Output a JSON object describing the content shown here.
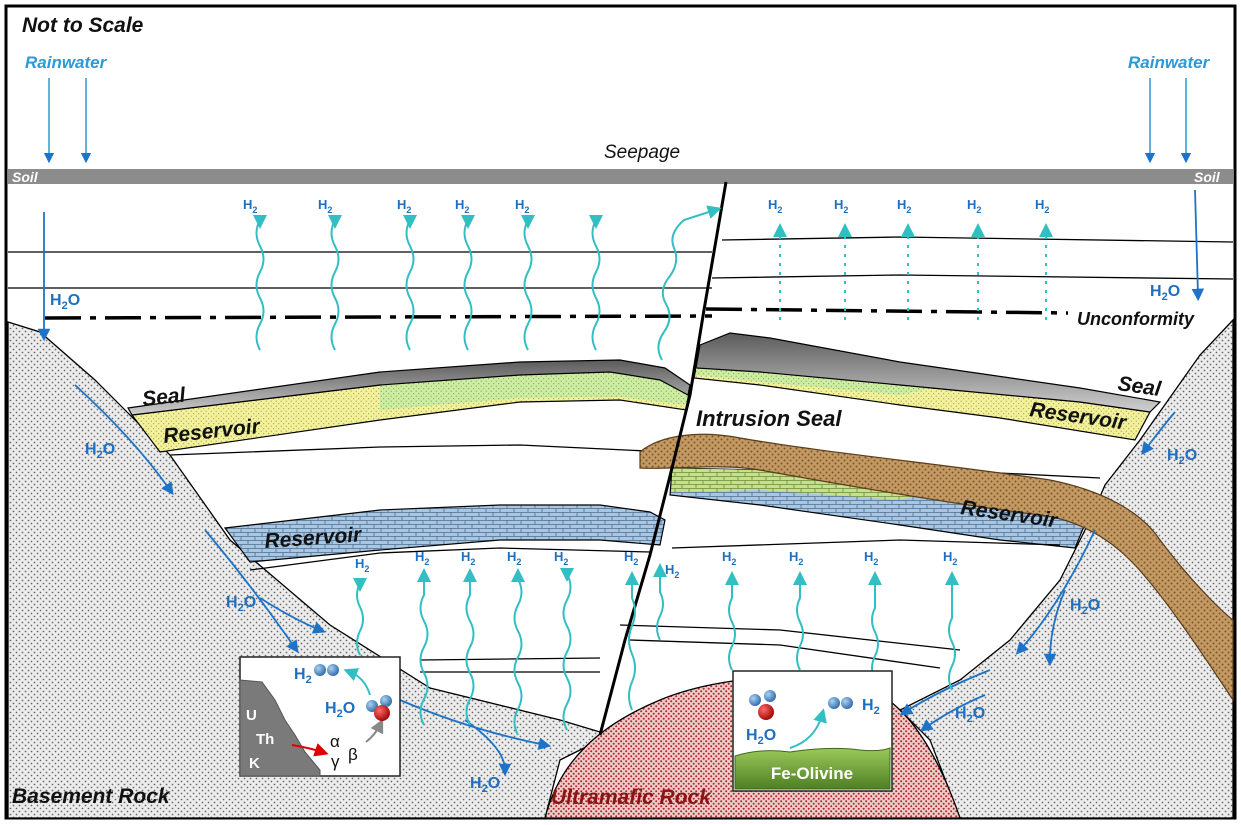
{
  "labels": {
    "not_to_scale": "Not to Scale",
    "rainwater_left": "Rainwater",
    "rainwater_right": "Rainwater",
    "seepage": "Seepage",
    "soil_left": "Soil",
    "soil_right": "Soil",
    "unconformity": "Unconformity",
    "seal_left": "Seal",
    "seal_right": "Seal",
    "reservoir_left_upper": "Reservoir",
    "reservoir_right_upper": "Reservoir",
    "reservoir_left_lower": "Reservoir",
    "reservoir_right_lower": "Reservoir",
    "intrusion_seal": "Intrusion Seal",
    "basement_rock": "Basement Rock",
    "ultramafic_rock": "Ultramafic Rock",
    "fe_olivine": "Fe-Olivine"
  },
  "chem": {
    "h2_main": "H",
    "h2_sub": "2",
    "h2o_main": "H",
    "h2o_sub": "2",
    "h2o_tail": "O",
    "u": "U",
    "th": "Th",
    "k": "K",
    "alpha": "α",
    "beta": "β",
    "gamma": "γ"
  },
  "colors": {
    "h2_arrow": "#32bfc4",
    "water_arrow": "#1d73c8",
    "rain_text": "#2a9ad8",
    "reservoir_yellow": "#f3f19a",
    "reservoir_green": "#cdeea2",
    "seal_gray": "#8a8a8a",
    "carbonate_blue": "#a9c6e2",
    "intrusion_brown": "#c49a62",
    "ultramafic_red": "#d59a9a",
    "olivine_green": "#7fae3e"
  }
}
